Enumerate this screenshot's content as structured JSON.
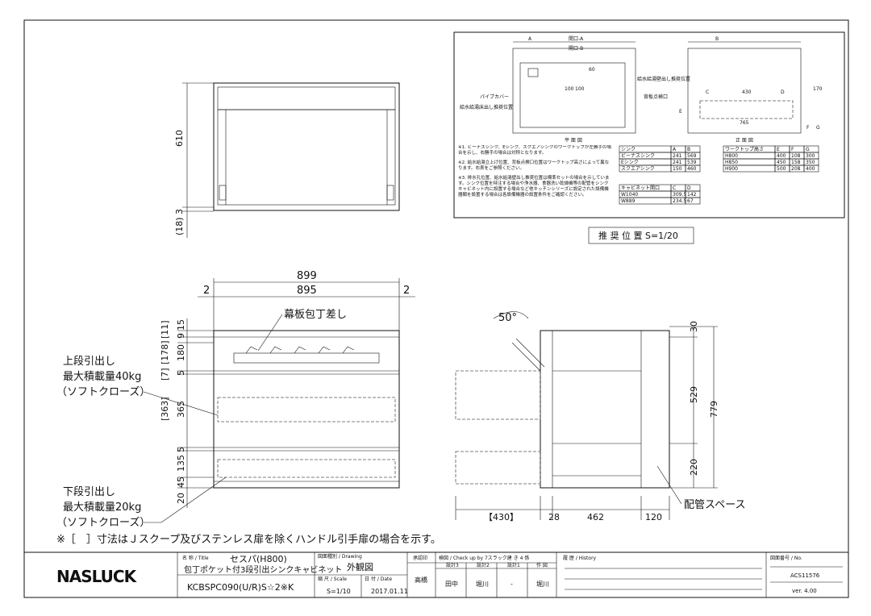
{
  "plan_view": {
    "dim_height": "610",
    "dim_3": "3",
    "dim_18": "(18)"
  },
  "front_view": {
    "dim_total": "899",
    "dim_inner": "895",
    "dim_left": "2",
    "dim_right": "2",
    "knife_label": "幕板包丁差し",
    "vertical_dims": [
      "15",
      "9",
      "180",
      "5",
      "365",
      "5",
      "135",
      "45",
      "20"
    ],
    "bracket_dims": [
      "[11]",
      "[178]",
      "[7]",
      "[363]"
    ],
    "upper_drawer": [
      "上段引出し",
      "最大積載量40kg",
      "（ソフトクローズ）"
    ],
    "lower_drawer": [
      "下段引出し",
      "最大積載量20kg",
      "（ソフトクローズ）"
    ]
  },
  "side_view": {
    "angle": "50°",
    "dim_30": "30",
    "dim_529": "529",
    "dim_220": "220",
    "dim_779": "779",
    "dim_430": "【430】",
    "dim_28": "28",
    "dim_462": "462",
    "dim_120": "120",
    "pipe_space": "配管スペース"
  },
  "footnote": "※［　］寸法はＪスクープ及びステンレス扉を除くハンドル引手扉の場合を示す。",
  "recommend": {
    "title": "推 奨 位 置 S=1/20",
    "plan_caption": "平 面 図",
    "front_caption": "正 面 図",
    "labels": [
      "開口-A",
      "開口-B",
      "A",
      "B",
      "パイプカバー",
      "給水給湯床出し推奨位置",
      "100",
      "100",
      "60",
      "給水給湯壁出し推奨位置",
      "背板点検口",
      "430",
      "765",
      "C",
      "D",
      "E",
      "F",
      "G",
      "170"
    ],
    "notes": [
      "※1. ビーナスシンク、Eシンク、スクエアシンクのワークトップが左勝手の場合を示し、右勝手の場合は対称となります。",
      "※2. 給水給湯立上げ位置、背板点検口位置はワークトップ高さによって異なります。右表をご参照ください。",
      "※3. 排水孔位置、給水給湯壁出し推奨位置は標準セットの場合を示しています。シンク位置を特注する場合や浄水器、食器洗い乾燥機等の配管をシンクキャビネット内に設置する場合など他キッチンシリーズに設定された設備機器類を設置する場合は各設備機器の設置条件をご確認ください。"
    ],
    "sink_table": {
      "headers": [
        "シンク",
        "A",
        "B"
      ],
      "rows": [
        [
          "ビーナスシンク",
          "241",
          "569"
        ],
        [
          "Eシンク",
          "241",
          "539"
        ],
        [
          "スクエアシンク",
          "150",
          "460"
        ]
      ]
    },
    "cab_table": {
      "headers": [
        "キャビネット開口",
        "C",
        "D"
      ],
      "rows": [
        [
          "W1040",
          "309.5",
          "142"
        ],
        [
          "W889",
          "234.5",
          "67"
        ]
      ]
    },
    "wt_table": {
      "headers": [
        "ワークトップ高さ",
        "E",
        "F",
        "G"
      ],
      "rows": [
        [
          "H800",
          "400",
          "108",
          "300"
        ],
        [
          "H850",
          "450",
          "158",
          "350"
        ],
        [
          "H900",
          "500",
          "208",
          "400"
        ]
      ]
    }
  },
  "title_block": {
    "logo": "NASLUCK",
    "title_label": "名 称 / Title",
    "title": "セスパ(H800)",
    "subtitle": "包丁ポケット付3段引出シンクキャビネット",
    "model": "KCBSPC090(U/R)S☆2※K",
    "drawing_label": "図面種別 / Drawing",
    "drawing": "外観図",
    "scale_label": "縮 尺 / Scale",
    "scale": "S=1/10",
    "date_label": "日 付 / Date",
    "date": "2017.01.11",
    "approve_label": "承認印",
    "approver": "高橋",
    "check_label": "検図 / Check up by 7スラック建 き 4 係",
    "check_cols": [
      "設計3",
      "設計2",
      "設計1",
      "作 図"
    ],
    "check_names": [
      "田中",
      "堀川",
      "-",
      "堀川"
    ],
    "history_label": "履 歴 / History",
    "no_label": "図面番号 / No.",
    "number": "ACS11576",
    "version": "ver. 4.00"
  }
}
